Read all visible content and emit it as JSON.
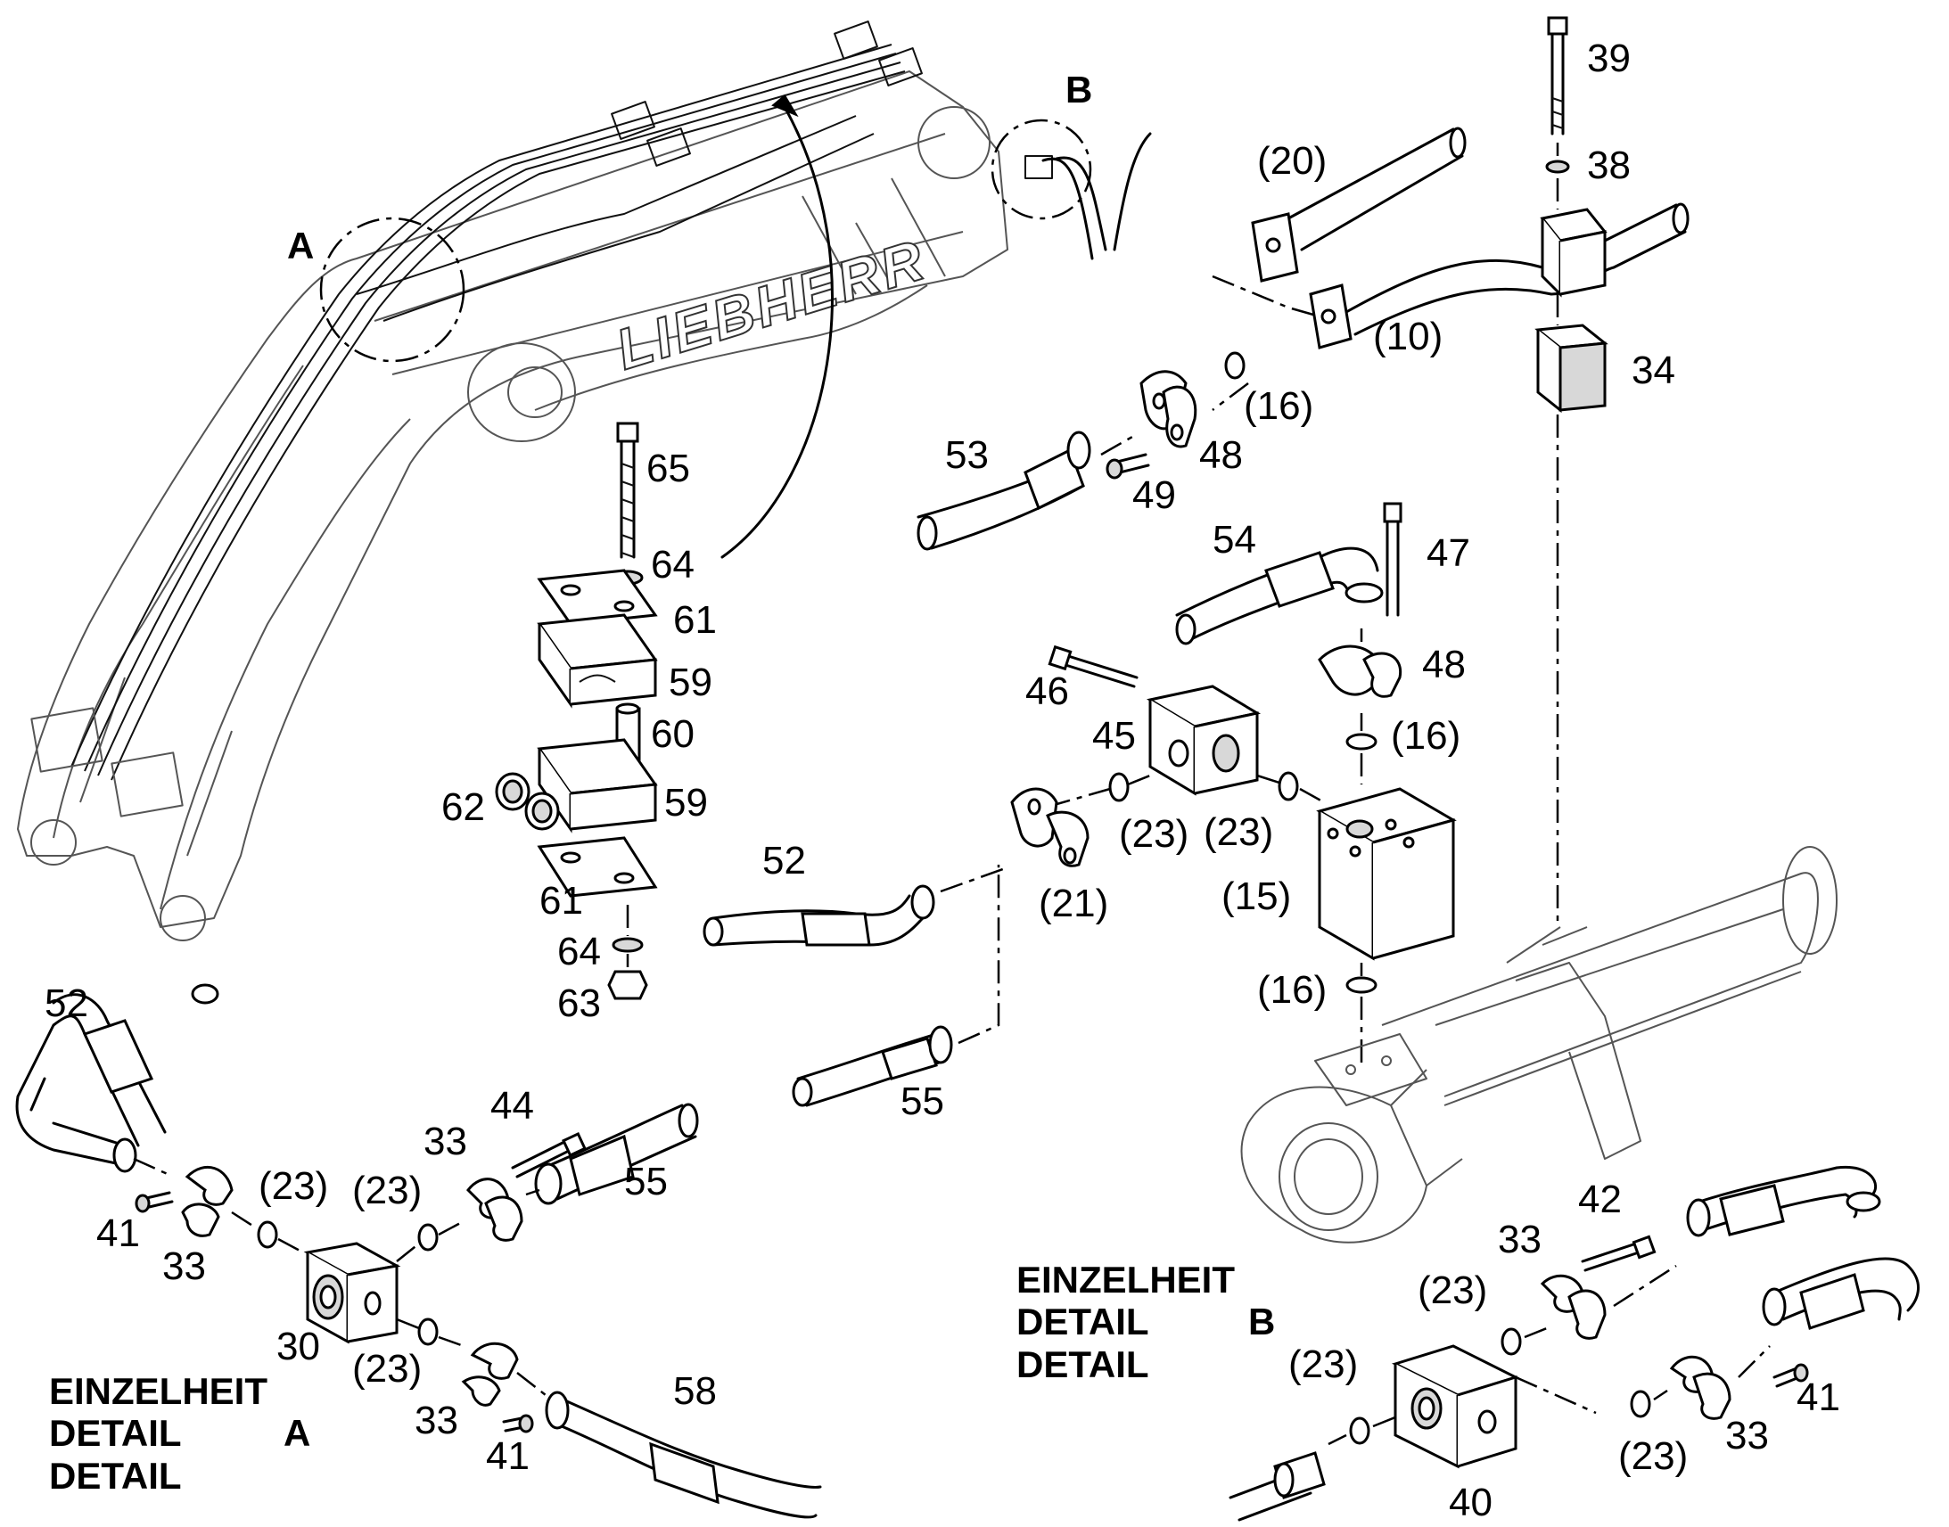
{
  "brand": "LIEBHERR",
  "colors": {
    "line": "#000000",
    "shade": "#d8d8d8",
    "background": "#ffffff"
  },
  "labels": [
    {
      "id": "l39",
      "text": "39"
    },
    {
      "id": "l38",
      "text": "38"
    },
    {
      "id": "l20",
      "text": "(20)"
    },
    {
      "id": "l10",
      "text": "(10)"
    },
    {
      "id": "l34",
      "text": "34"
    },
    {
      "id": "l16a",
      "text": "(16)"
    },
    {
      "id": "l48a",
      "text": "48"
    },
    {
      "id": "l49",
      "text": "49"
    },
    {
      "id": "l53",
      "text": "53"
    },
    {
      "id": "l65",
      "text": "65"
    },
    {
      "id": "l64a",
      "text": "64"
    },
    {
      "id": "l61a",
      "text": "61"
    },
    {
      "id": "l59a",
      "text": "59"
    },
    {
      "id": "l60",
      "text": "60"
    },
    {
      "id": "l62",
      "text": "62"
    },
    {
      "id": "l59b",
      "text": "59"
    },
    {
      "id": "l61b",
      "text": "61"
    },
    {
      "id": "l64b",
      "text": "64"
    },
    {
      "id": "l63",
      "text": "63"
    },
    {
      "id": "l54",
      "text": "54"
    },
    {
      "id": "l47",
      "text": "47"
    },
    {
      "id": "l48b",
      "text": "48"
    },
    {
      "id": "l46",
      "text": "46"
    },
    {
      "id": "l45",
      "text": "45"
    },
    {
      "id": "l16b",
      "text": "(16)"
    },
    {
      "id": "l23a",
      "text": "(23)"
    },
    {
      "id": "l23b",
      "text": "(23)"
    },
    {
      "id": "l15",
      "text": "(15)"
    },
    {
      "id": "l21",
      "text": "(21)"
    },
    {
      "id": "l52a",
      "text": "52"
    },
    {
      "id": "l16c",
      "text": "(16)"
    },
    {
      "id": "l55a",
      "text": "55"
    },
    {
      "id": "l52b",
      "text": "52"
    },
    {
      "id": "l44",
      "text": "44"
    },
    {
      "id": "l33a",
      "text": "33"
    },
    {
      "id": "l23c",
      "text": "(23)"
    },
    {
      "id": "l23d",
      "text": "(23)"
    },
    {
      "id": "l55b",
      "text": "55"
    },
    {
      "id": "l41a",
      "text": "41"
    },
    {
      "id": "l33b",
      "text": "33"
    },
    {
      "id": "l30",
      "text": "30"
    },
    {
      "id": "l23e",
      "text": "(23)"
    },
    {
      "id": "l33c",
      "text": "33"
    },
    {
      "id": "l41b",
      "text": "41"
    },
    {
      "id": "l58",
      "text": "58"
    },
    {
      "id": "l42",
      "text": "42"
    },
    {
      "id": "l33d",
      "text": "33"
    },
    {
      "id": "l23f",
      "text": "(23)"
    },
    {
      "id": "l23g",
      "text": "(23)"
    },
    {
      "id": "l41c",
      "text": "41"
    },
    {
      "id": "l33e",
      "text": "33"
    },
    {
      "id": "l23h",
      "text": "(23)"
    },
    {
      "id": "l40",
      "text": "40"
    }
  ],
  "detail_markers": {
    "a": "A",
    "b": "B"
  },
  "detail_a": {
    "line1": "EINZELHEIT",
    "line2": "DETAIL",
    "line3": "DETAIL",
    "letter": "A"
  },
  "detail_b": {
    "line1": "EINZELHEIT",
    "line2": "DETAIL",
    "line3": "DETAIL",
    "letter": "B"
  }
}
